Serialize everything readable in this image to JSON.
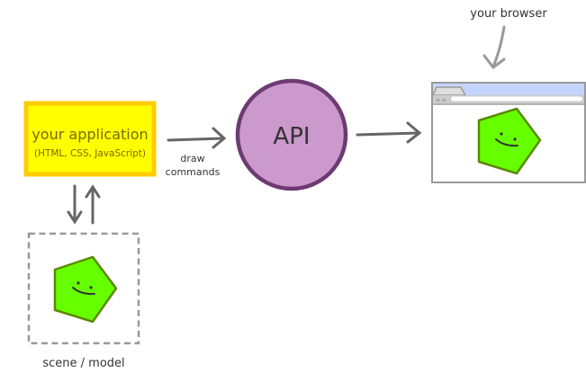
{
  "diagram": {
    "application": {
      "title": "your application",
      "subtitle": "(HTML, CSS, JavaScript)",
      "fill": "#ffff00",
      "border": "#ffcc00",
      "text_color": "#7a6a00"
    },
    "draw_commands": {
      "line1": "draw",
      "line2": "commands"
    },
    "api": {
      "label": "API",
      "fill": "#cc99cc",
      "border": "#6e3a73"
    },
    "browser": {
      "label": "your browser",
      "nav_back": "<",
      "nav_forward": ">",
      "tab_fill": "#c4d4ff"
    },
    "scene": {
      "label": "scene / model"
    },
    "shape": {
      "fill": "#66ff00",
      "border": "#5a8a00",
      "face": "smiley"
    },
    "arrow_color": "#666666"
  }
}
